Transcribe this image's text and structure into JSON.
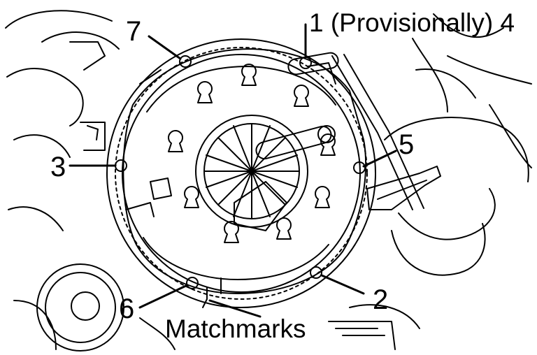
{
  "figure": {
    "labels": {
      "bolt7": "7",
      "bolt1_4": "1 (Provisionally) 4",
      "bolt5": "5",
      "bolt3": "3",
      "bolt2": "2",
      "bolt6": "6",
      "matchmarks": "Matchmarks"
    }
  }
}
